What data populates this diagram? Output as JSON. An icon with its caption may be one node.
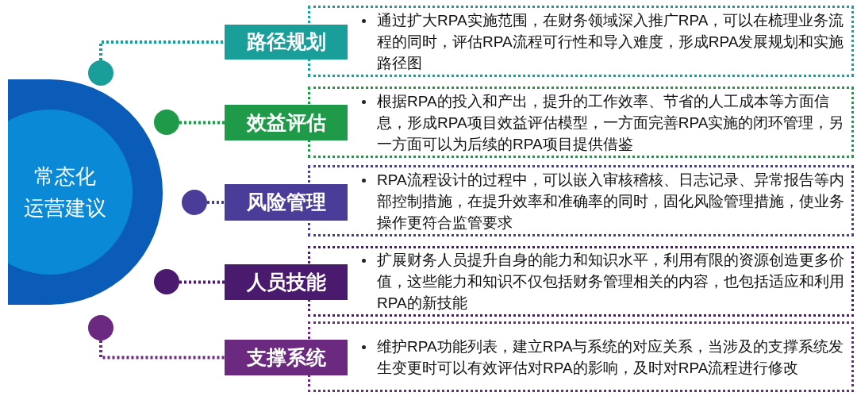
{
  "diagram": {
    "nodes": [
      {
        "text": [
          "常态化运营建议"
        ]
      },
      {
        "text": [],
        "shape": "circle"
      },
      {
        "text": [],
        "shape": "circle"
      },
      {
        "text": [],
        "shape": "circle"
      },
      {
        "text": [],
        "shape": "circle"
      },
      {
        "text": [],
        "shape": "circle"
      },
      {
        "text": [
          "路径规划"
        ]
      },
      {
        "text": [
          "效益评估"
        ]
      },
      {
        "text": [
          "风险管理"
        ]
      },
      {
        "text": [
          "人员技能"
        ]
      },
      {
        "text": [
          "支撑系统"
        ]
      },
      {
        "text": [
          "通过扩大RPA实施范围，在财务领域深入推广RPA，可以在梳理业务流程的同时，评估RPA流程可行性和导入难度，形成RPA发展规划和实施路径图"
        ]
      },
      {
        "text": [
          "根据RPA的投入和产出，提升的工作效率、节省的人工成本等方面信息，形成RPA项目效益评估模型，一方面完善RPA实施的闭环管理，另一方面可以为后续的RPA项目提供借鉴"
        ]
      },
      {
        "text": [
          "RPA流程设计的过程中，可以嵌入审核稽核、日志记录、异常报告等内部控制措施，在提升效率和准确率的同时，固化风险管理措施，使业务操作更符合监管要求"
        ]
      },
      {
        "text": [
          "扩展财务人员提升自身的能力和知识水平，利用有限的资源创造更多价值，这些能力和知识不仅包括财务管理相关的内容，也包括适应和利用RPA的新技能"
        ]
      },
      {
        "text": [
          "维护RPA功能列表，建立RPA与系统的对应关系，当涉及的支撑系统发生变更时可以有效评估对RPA的影响，及时对RPA流程进行修改"
        ]
      }
    ],
    "edges": [
      {
        "from": 1,
        "to": 6,
        "arrow": "none",
        "style": "dashed",
        "color": "#1a9e9a"
      },
      {
        "from": 2,
        "to": 7,
        "arrow": "none",
        "style": "dashed",
        "color": "#1e9a48"
      },
      {
        "from": 3,
        "to": 8,
        "arrow": "none",
        "style": "dashed",
        "color": "#4a3d9a"
      },
      {
        "from": 4,
        "to": 9,
        "arrow": "none",
        "style": "dashed",
        "color": "#4a1a6e"
      },
      {
        "from": 5,
        "to": 10,
        "arrow": "none",
        "style": "dashed",
        "color": "#6b2a80"
      }
    ]
  }
}
